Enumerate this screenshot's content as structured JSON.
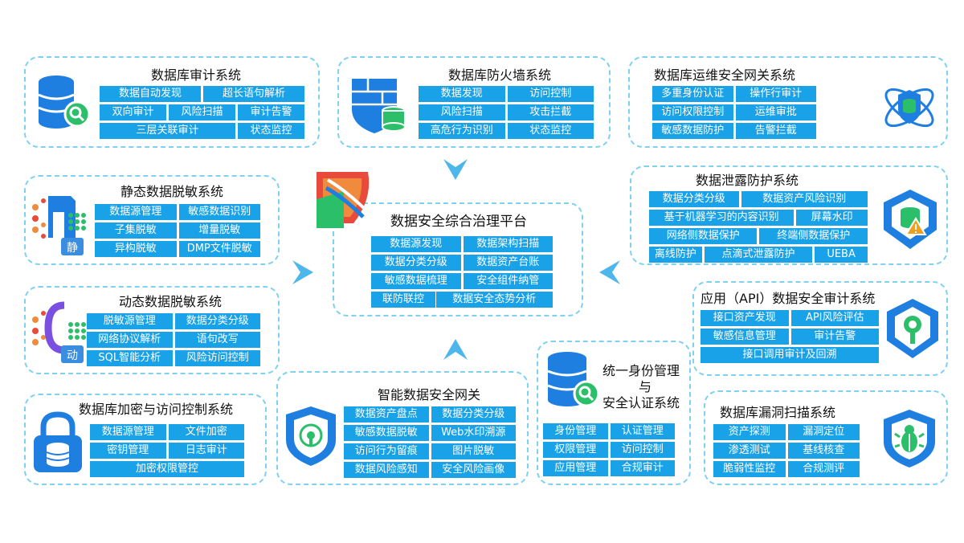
{
  "center": {
    "title": "数据安全综合治理平台",
    "items": [
      "数据源发现",
      "数据架构扫描",
      "数据分类分级",
      "数据资产台账",
      "敏感数据梳理",
      "安全组件纳管",
      "联防联控",
      "数据安全态势分析"
    ]
  },
  "db_audit": {
    "title": "数据库审计系统",
    "items": [
      "数据自动发现",
      "超长语句解析",
      "双向审计",
      "风险扫描",
      "审计告警",
      "三层关联审计",
      "状态监控"
    ]
  },
  "db_firewall": {
    "title": "数据库防火墙系统",
    "items": [
      "数据发现",
      "访问控制",
      "风险扫描",
      "攻击拦截",
      "高危行为识别",
      "状态监控"
    ]
  },
  "db_ops": {
    "title": "数据库运维安全网关系统",
    "items": [
      "多重身份认证",
      "操作行审计",
      "访问权限控制",
      "运维审批",
      "敏感数据防护",
      "告警拦截"
    ]
  },
  "static_mask": {
    "title": "静态数据脱敏系统",
    "badge": "静",
    "items": [
      "数据源管理",
      "敏感数据识别",
      "子集脱敏",
      "增量脱敏",
      "异构脱敏",
      "DMP文件脱敏"
    ]
  },
  "dynamic_mask": {
    "title": "动态数据脱敏系统",
    "badge": "动",
    "items": [
      "脱敏源管理",
      "数据分类分级",
      "网络协议解析",
      "语句改写",
      "SQL智能分析",
      "风险访问控制"
    ]
  },
  "dlp": {
    "title": "数据泄露防护系统",
    "items": [
      "数据分类分级",
      "数据资产风险识别",
      "基于机器学习的内容识别",
      "屏幕水印",
      "网络侧数据保护",
      "终端侧数据保护",
      "离线防护",
      "点滴式泄露防护",
      "UEBA"
    ]
  },
  "api_audit": {
    "title": "应用（API）数据安全审计系统",
    "items": [
      "接口资产发现",
      "API风险评估",
      "敏感信息管理",
      "审计告警",
      "接口调用审计及回溯"
    ]
  },
  "encrypt": {
    "title": "数据库加密与访问控制系统",
    "items": [
      "数据源管理",
      "文件加密",
      "密钥管理",
      "日志审计",
      "加密权限管控"
    ]
  },
  "gateway": {
    "title": "智能数据安全网关",
    "items": [
      "数据资产盘点",
      "数据分类分级",
      "敏感数据脱敏",
      "Web水印溯源",
      "访问行为留痕",
      "图片脱敏",
      "数据风险感知",
      "安全风险画像"
    ]
  },
  "identity": {
    "title_l1": "统一身份管理",
    "title_l2": "与",
    "title_l3": "安全认证系统",
    "items": [
      "身份管理",
      "认证管理",
      "权限管理",
      "访问控制",
      "应用管理",
      "合规审计"
    ]
  },
  "vuln": {
    "title": "数据库漏洞扫描系统",
    "items": [
      "资产探测",
      "漏洞定位",
      "渗透测试",
      "基线核查",
      "脆弱性监控",
      "合规测评"
    ]
  },
  "colors": {
    "chip": "#1aa2e8",
    "border": "#7fd1f2",
    "icon_blue": "#1e7fe0",
    "arrow": "#4db6ea"
  }
}
